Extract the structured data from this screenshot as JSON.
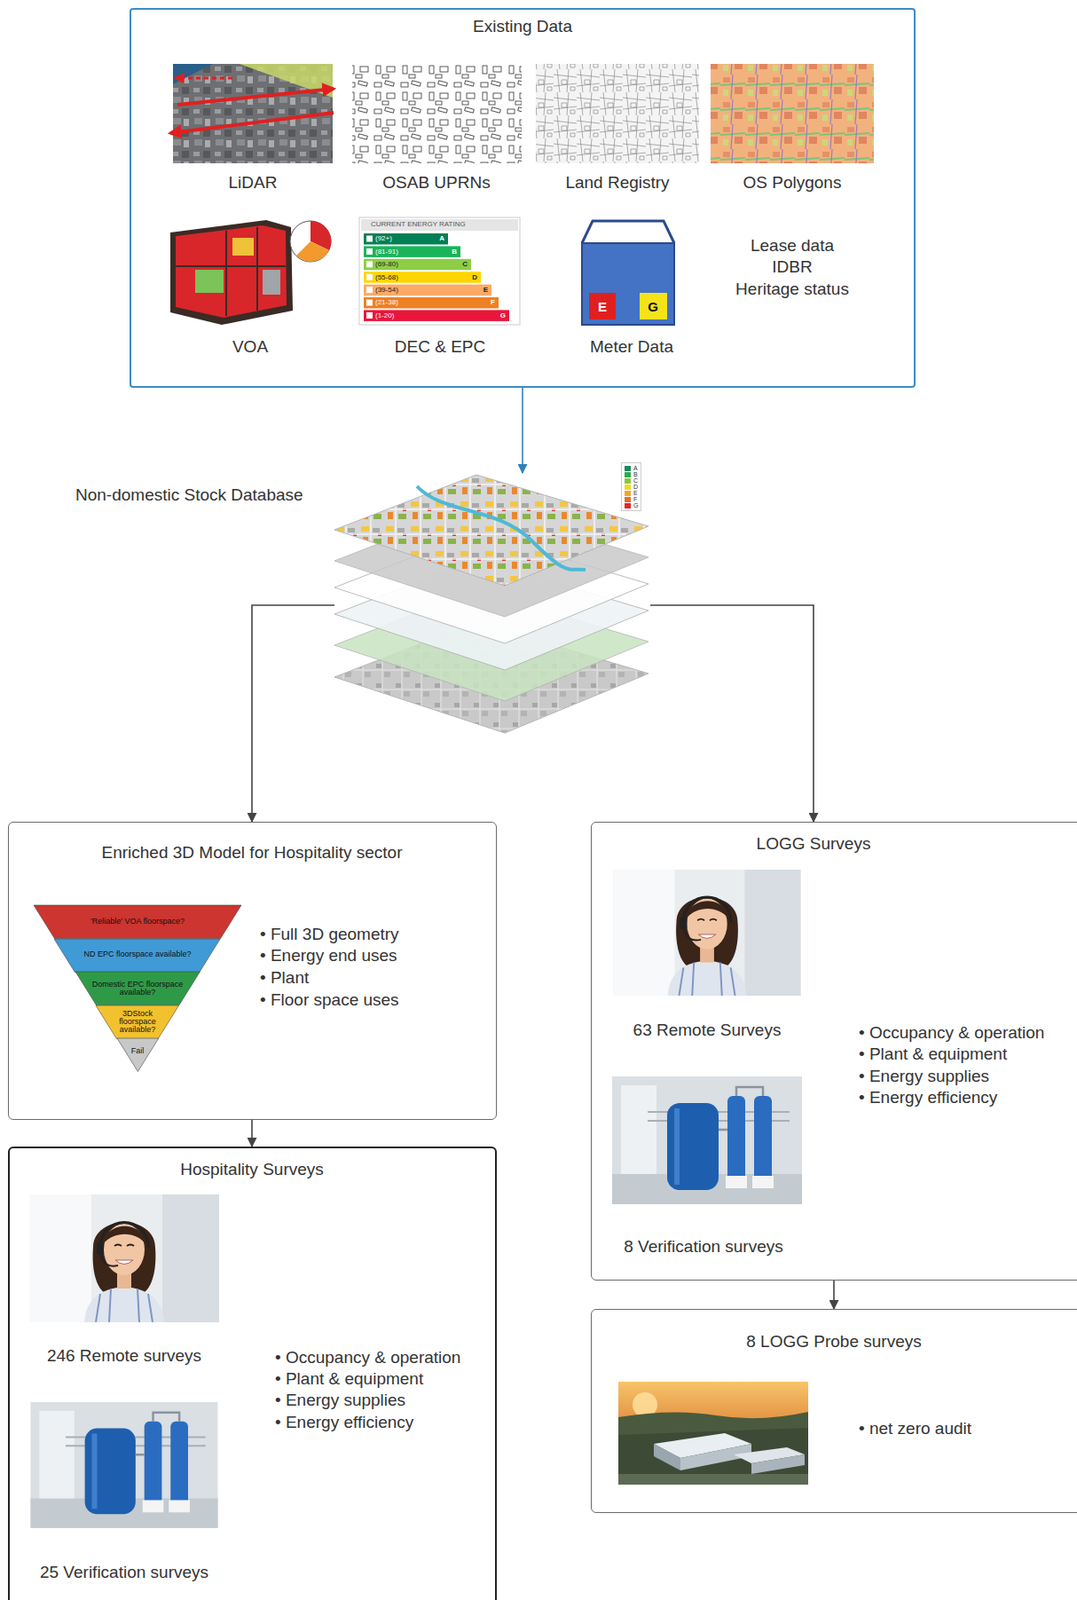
{
  "diagram": {
    "nodes": [
      {
        "text": [
          "Existing Data",
          "Lease data",
          "IDBR",
          "Heritage status"
        ]
      },
      {
        "text": [
          "LiDAR"
        ],
        "in": 0
      },
      {
        "text": [
          "OSAB UPRNs"
        ],
        "in": 0
      },
      {
        "text": [
          "Land Registry"
        ],
        "in": 0
      },
      {
        "text": [
          "OS Polygons"
        ],
        "in": 0
      },
      {
        "text": [
          "VOA"
        ],
        "in": 0
      },
      {
        "text": [
          "DEC & EPC"
        ],
        "in": 0
      },
      {
        "text": [
          "Meter Data"
        ],
        "in": 0
      },
      {
        "text": [
          "Non-domestic Stock Database"
        ]
      },
      {
        "text": [
          "Enriched 3D Model for Hospitality sector",
          "• Full 3D geometry",
          "• Energy end uses",
          "• Plant",
          "• Floor space uses"
        ]
      },
      {
        "text": [
          "'Reliable' VOA floorspace?"
        ],
        "in": 9
      },
      {
        "text": [
          "ND EPC floorspace available?"
        ],
        "in": 9
      },
      {
        "text": [
          "Domestic EPC floorspace available?"
        ],
        "in": 9
      },
      {
        "text": [
          "3DStock floorspace available?"
        ],
        "in": 9
      },
      {
        "text": [
          "Fail"
        ],
        "in": 9
      },
      {
        "text": [
          "Hospitality Surveys",
          "• Occupancy & operation",
          "• Plant & equipment",
          "• Energy supplies",
          "• Energy efficiency"
        ]
      },
      {
        "text": [
          "246 Remote surveys"
        ],
        "in": 15
      },
      {
        "text": [
          "25 Verification surveys"
        ],
        "in": 15
      },
      {
        "text": [
          "LOGG Surveys",
          "• Occupancy & operation",
          "• Plant & equipment",
          "• Energy supplies",
          "• Energy efficiency"
        ]
      },
      {
        "text": [
          "63 Remote Surveys"
        ],
        "in": 18
      },
      {
        "text": [
          "8 Verification surveys"
        ],
        "in": 18
      },
      {
        "text": [
          "8 LOGG Probe surveys",
          "• net zero audit"
        ]
      }
    ],
    "edges": [
      {
        "from": 0,
        "to": 8,
        "arrow": "to"
      },
      {
        "from": 8,
        "to": 9,
        "arrow": "to"
      },
      {
        "from": 8,
        "to": 18,
        "arrow": "to"
      },
      {
        "from": 9,
        "to": 15,
        "arrow": "to"
      },
      {
        "from": 18,
        "to": 21,
        "arrow": "to"
      }
    ],
    "labels": [
      "CURRENT ENERGY RATING",
      "(92+)",
      "A",
      "(81-91)",
      "B",
      "(69-80)",
      "C",
      "(55-68)",
      "D",
      "(39-54)",
      "E",
      "(21-38)",
      "F",
      "(1-20)",
      "G",
      "E",
      "G"
    ],
    "legend": [
      {
        "text": "A",
        "color": "#1b8a5a"
      },
      {
        "text": "B",
        "color": "#2fa84f"
      },
      {
        "text": "C",
        "color": "#8cc63e"
      },
      {
        "text": "D",
        "color": "#f0dc1e"
      },
      {
        "text": "E",
        "color": "#f6a623"
      },
      {
        "text": "F",
        "color": "#ee6b2c"
      },
      {
        "text": "G",
        "color": "#e2262a"
      }
    ]
  }
}
